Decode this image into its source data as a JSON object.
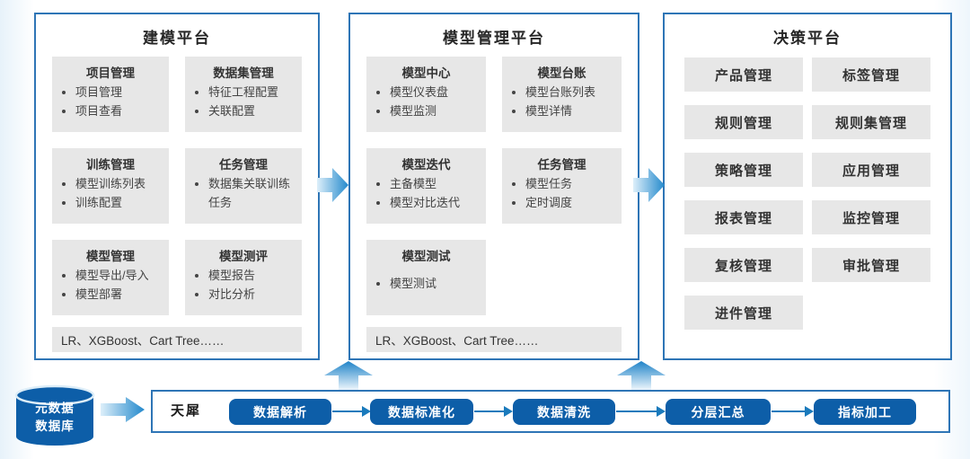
{
  "platforms": [
    {
      "title": "建模平台",
      "modules": [
        {
          "title": "项目管理",
          "items": [
            "项目管理",
            "项目查看"
          ]
        },
        {
          "title": "数据集管理",
          "items": [
            "特征工程配置",
            "关联配置"
          ]
        },
        {
          "title": "训练管理",
          "items": [
            "模型训练列表",
            "训练配置"
          ]
        },
        {
          "title": "任务管理",
          "items": [
            "数据集关联训练任务"
          ]
        },
        {
          "title": "模型管理",
          "items": [
            "模型导出/导入",
            "模型部署"
          ]
        },
        {
          "title": "模型测评",
          "items": [
            "模型报告",
            "对比分析"
          ]
        }
      ],
      "footer": "LR、XGBoost、Cart Tree……"
    },
    {
      "title": "模型管理平台",
      "modules": [
        {
          "title": "模型中心",
          "items": [
            "模型仪表盘",
            "模型监测"
          ]
        },
        {
          "title": "模型台账",
          "items": [
            "模型台账列表",
            "模型详情"
          ]
        },
        {
          "title": "模型迭代",
          "items": [
            "主备模型",
            "模型对比迭代"
          ]
        },
        {
          "title": "任务管理",
          "items": [
            "模型任务",
            "定时调度"
          ]
        },
        {
          "title": "模型测试",
          "items": [
            "模型测试"
          ]
        }
      ],
      "footer": "LR、XGBoost、Cart Tree……"
    },
    {
      "title": "决策平台",
      "buttons": [
        "产品管理",
        "标签管理",
        "规则管理",
        "规则集管理",
        "策略管理",
        "应用管理",
        "报表管理",
        "监控管理",
        "复核管理",
        "审批管理",
        "进件管理"
      ]
    }
  ],
  "pipeline": {
    "label": "天犀",
    "stages": [
      "数据解析",
      "数据标准化",
      "数据清洗",
      "分层汇总",
      "指标加工"
    ]
  },
  "database": {
    "line1": "元数据",
    "line2": "数据库"
  },
  "colors": {
    "panel_border": "#2e75b6",
    "node_blue": "#0d5ea8",
    "card_gray": "#e7e7e7",
    "arrow_gradient_light": "#ddeffa",
    "arrow_gradient_dark": "#2389cc"
  }
}
